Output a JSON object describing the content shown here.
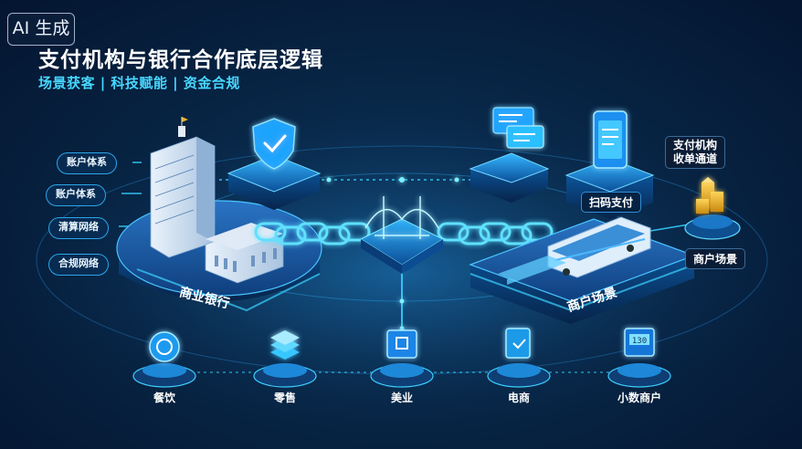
{
  "badge": "AI 生成",
  "title": "支付机构与银行合作底层逻辑",
  "subtitle": "场景获客 | 科技赋能 | 资金合规",
  "bank": {
    "label": "商业银行",
    "items": [
      "账户体系",
      "账户体系",
      "清算网络",
      "合规网络"
    ]
  },
  "merchant": {
    "label": "商户场景",
    "scan_pay": "扫码支付",
    "channel": "支付机构\n收单通道",
    "scene": "商户场景"
  },
  "nodes": [
    {
      "label": "餐饮",
      "icon": "dining-icon"
    },
    {
      "label": "零售",
      "icon": "layers-icon"
    },
    {
      "label": "美业",
      "icon": "beauty-icon"
    },
    {
      "label": "电商",
      "icon": "ecommerce-icon"
    },
    {
      "label": "小数商户",
      "icon": "terminal-icon"
    }
  ],
  "terminal_screen": "130",
  "colors": {
    "accent": "#2fd3ff",
    "title": "#ffffff",
    "subtitle": "#48d7ff",
    "bg": "#082646",
    "gold": "#f2b31c"
  }
}
